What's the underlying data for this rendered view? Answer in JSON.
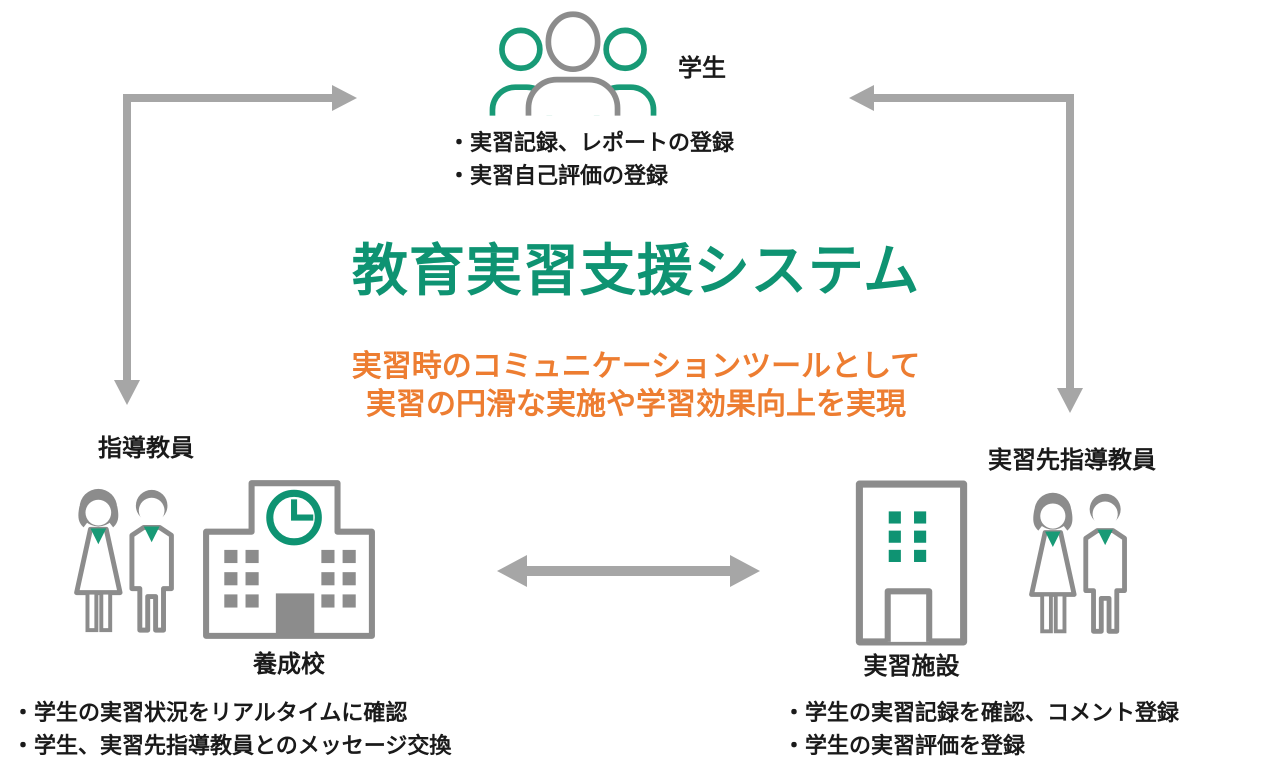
{
  "title": {
    "text": "教育実習支援システム"
  },
  "subtitle": {
    "line1": "実習時のコミュニケーションツールとして",
    "line2": "実習の円滑な実施や学習効果向上を実現"
  },
  "students": {
    "label": "学生",
    "bullet1": "・実習記録、レポートの登録",
    "bullet2": "・実習自己評価の登録"
  },
  "instructors": {
    "label": "指導教員",
    "bullet1": "・学生の実習状況をリアルタイムに確認",
    "bullet2": "・学生、実習先指導教員とのメッセージ交換"
  },
  "school": {
    "label": "養成校"
  },
  "site_teachers": {
    "label": "実習先指導教員",
    "bullet1": "・学生の実習記録を確認、コメント登録",
    "bullet2": "・学生の実習評価を登録"
  },
  "facility": {
    "label": "実習施設"
  },
  "colors": {
    "title_green": "#0e9372",
    "icon_green": "#189a76",
    "subtitle_orange": "#ed7d31",
    "icon_gray": "#8c8c8c",
    "arrow_gray": "#a6a6a6",
    "text_black": "#1a1a1a"
  }
}
